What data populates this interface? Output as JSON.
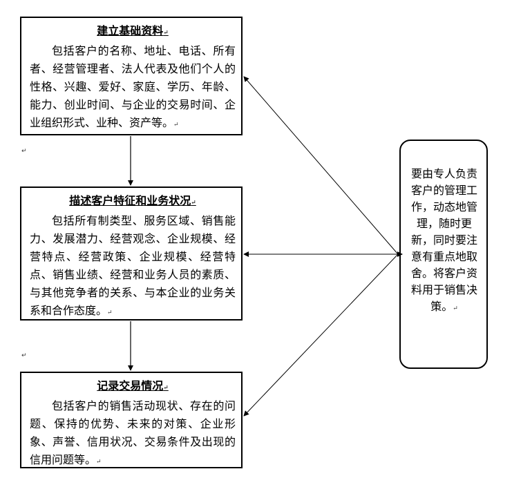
{
  "steps": [
    {
      "title": "建立基础资料",
      "body": "包括客户的名称、地址、电话、所有者、经营管理者、法人代表及他们个人的性格、兴趣、爱好、家庭、学历、年龄、能力、创业时间、与企业的交易时间、企业组织形式、业种、资产等。"
    },
    {
      "title": "描述客户特征和业务状况",
      "body": "包括所有制类型、服务区域、销售能力、发展潜力、经营观念、企业规模、经营特点、经营政策、企业规模、经营特点、销售业绩、经营和业务人员的素质、与其他竞争者的关系、与本企业的业务关系和合作态度。"
    },
    {
      "title": "记录交易情况",
      "body": "包括客户的销售活动现状、存在的问题、保持的优势、未来的对策、企业形象、声誉、信用状况、交易条件及出现的信用问题等。"
    }
  ],
  "side_note": "要由专人负责客户的管理工作，动态地管理，随时更新，同时要注意有重点地取舍。将客户资料用于销售决策。",
  "paragraph_mark": "↵"
}
